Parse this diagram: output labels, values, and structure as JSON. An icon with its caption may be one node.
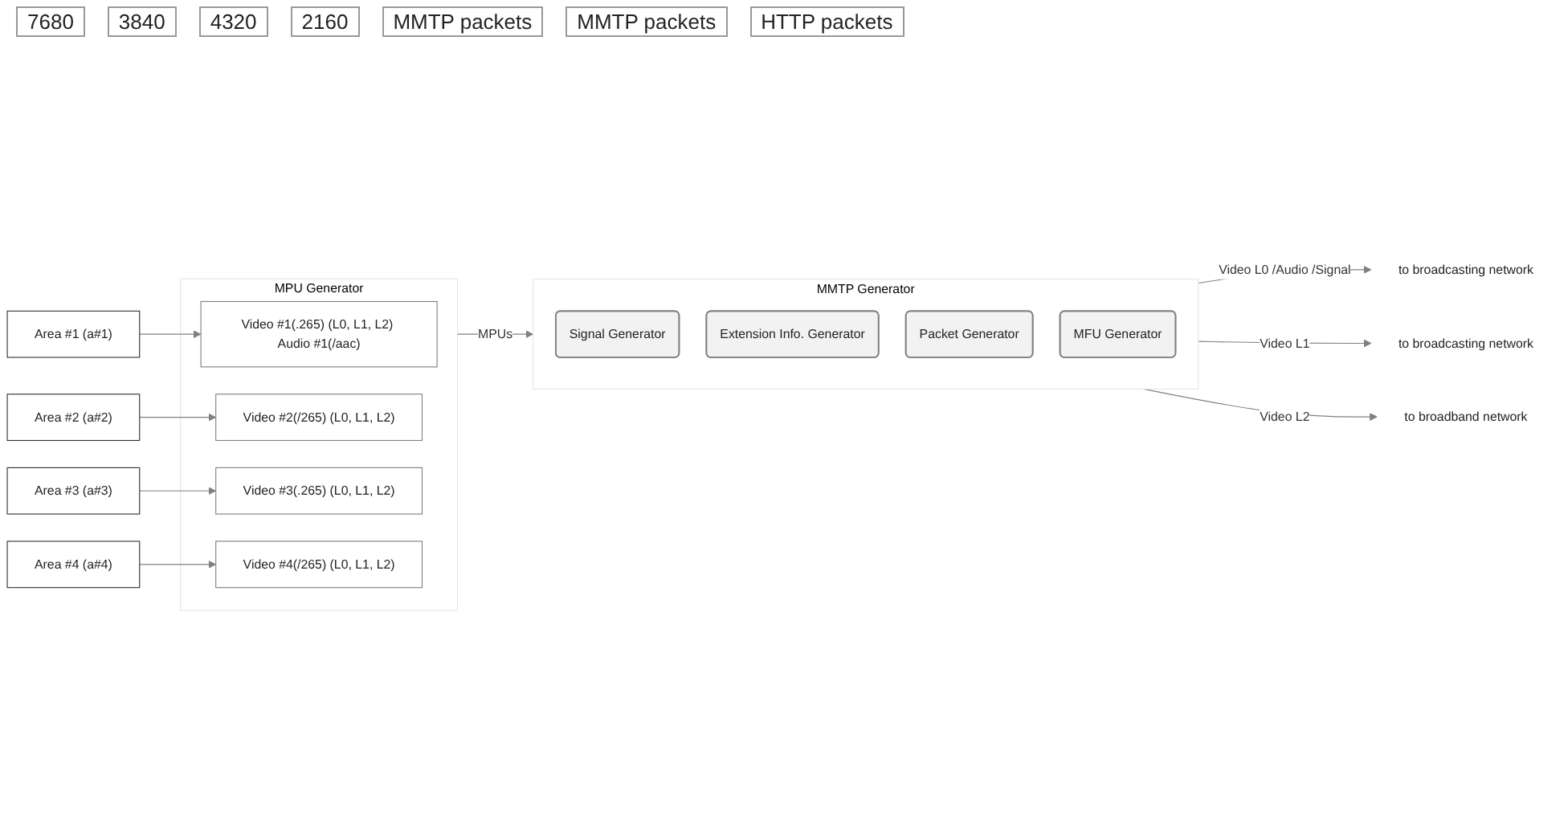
{
  "diagram": {
    "nodes": [
      {
        "text": [
          "Area #1 (a#1)"
        ]
      },
      {
        "text": [
          "Area #2 (a#2)"
        ]
      },
      {
        "text": [
          "Area #3 (a#3)"
        ]
      },
      {
        "text": [
          "Area #4 (a#4)"
        ]
      },
      {
        "text": [
          "MPU Generator"
        ]
      },
      {
        "text": [
          "Video #1(.265) (L0, L1, L2) Audio #1(/aac)"
        ],
        "in": 4
      },
      {
        "text": [
          "Video #2(/265) (L0, L1, L2)"
        ],
        "in": 4
      },
      {
        "text": [
          "Video #3(.265) (L0, L1, L2)"
        ],
        "in": 4
      },
      {
        "text": [
          "Video #4(/265) (L0, L1, L2)"
        ],
        "in": 4
      },
      {
        "text": [
          "MMTP Generator"
        ]
      },
      {
        "text": [
          "Signal Generator"
        ],
        "in": 9
      },
      {
        "text": [
          "Extension Info. Generator"
        ],
        "in": 9
      },
      {
        "text": [
          "Packet Generator"
        ],
        "in": 9
      },
      {
        "text": [
          "MFU Generator"
        ],
        "in": 9
      },
      {
        "text": [
          "to broadcasting network"
        ]
      },
      {
        "text": [
          "to broadcasting network"
        ]
      },
      {
        "text": [
          "to broadband network"
        ]
      }
    ],
    "edges": [
      {
        "from": 0,
        "to": 5,
        "arrow": "to"
      },
      {
        "from": 1,
        "to": 6,
        "arrow": "to"
      },
      {
        "from": 2,
        "to": 7,
        "arrow": "to"
      },
      {
        "from": 3,
        "to": 8,
        "arrow": "to"
      },
      {
        "from": 4,
        "to": 9,
        "arrow": "to",
        "label": "MPUs"
      },
      {
        "from": 9,
        "to": 14,
        "arrow": "to",
        "label": "Video L0 /Audio /Signal"
      },
      {
        "from": 9,
        "to": 15,
        "arrow": "to",
        "label": "Video L1"
      },
      {
        "from": 9,
        "to": 16,
        "arrow": "to",
        "label": "Video L2"
      }
    ],
    "labels": [
      "7680",
      "3840",
      "4320",
      "2160",
      "MMTP packets",
      "MMTP packets",
      "HTTP packets"
    ]
  }
}
